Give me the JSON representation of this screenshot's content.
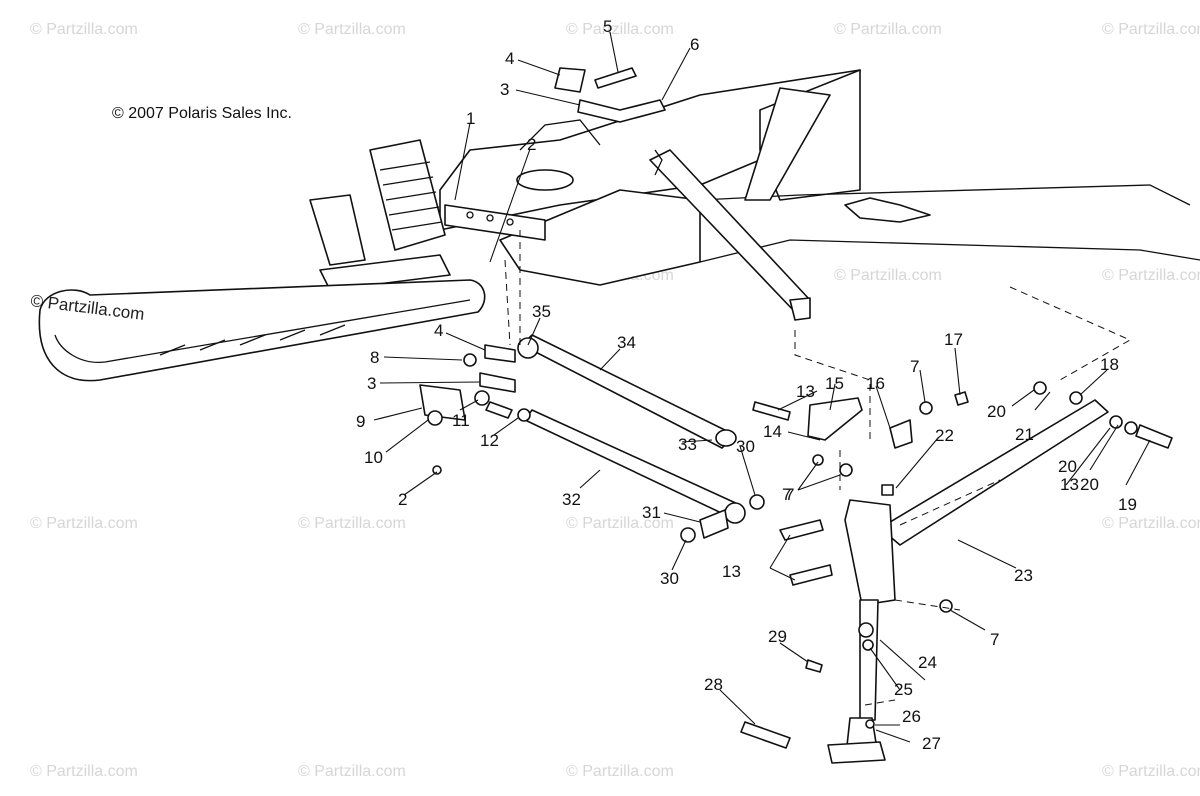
{
  "copyright": "© 2007 Polaris Sales Inc.",
  "stamp": "© Partzilla.com",
  "watermark": "© Partzilla.com",
  "callouts": [
    "1",
    "2",
    "2",
    "3",
    "3",
    "4",
    "4",
    "5",
    "6",
    "7",
    "7",
    "7",
    "7",
    "8",
    "9",
    "10",
    "11",
    "12",
    "13",
    "13",
    "13",
    "14",
    "15",
    "16",
    "17",
    "18",
    "19",
    "20",
    "20",
    "20",
    "21",
    "22",
    "23",
    "24",
    "25",
    "26",
    "27",
    "28",
    "29",
    "30",
    "30",
    "31",
    "32",
    "33",
    "34",
    "35"
  ]
}
